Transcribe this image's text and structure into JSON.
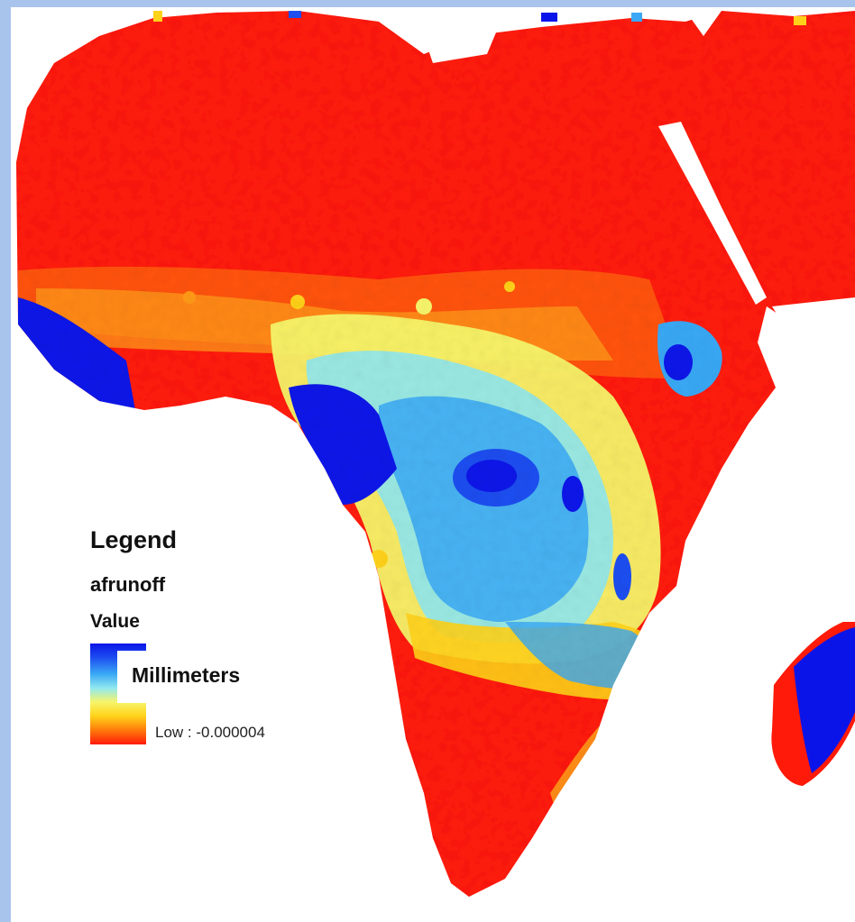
{
  "legend": {
    "title": "Legend",
    "layer": "afrunoff",
    "field": "Value",
    "units": "Millimeters",
    "low_label": "Low : -0.000004"
  },
  "colors": {
    "high": "#0b14e8",
    "mid": "#8fe8f0",
    "low_mid": "#ffd21a",
    "low": "#ff1a0a",
    "frame": "#a9c4ec"
  },
  "map": {
    "region": "Africa",
    "variable": "runoff"
  }
}
